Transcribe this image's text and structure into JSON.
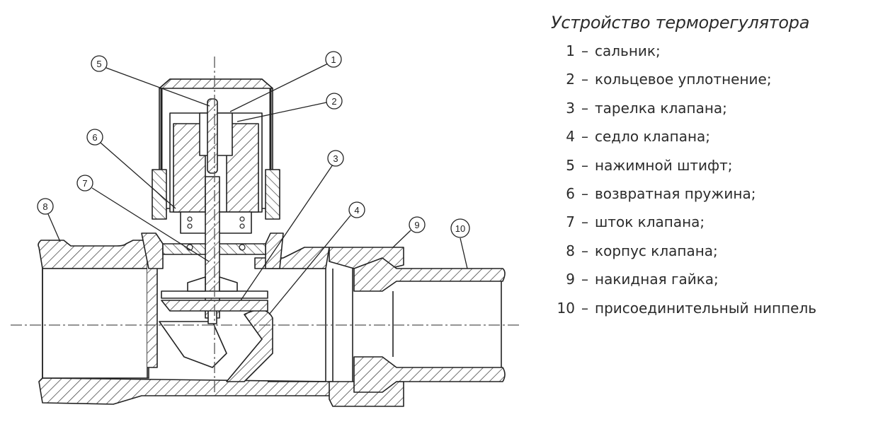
{
  "legend": {
    "title": "Устройство терморегулятора",
    "separator": "–",
    "items": [
      {
        "number": "1",
        "label": "сальник;"
      },
      {
        "number": "2",
        "label": "кольцевое уплотнение;"
      },
      {
        "number": "3",
        "label": "тарелка клапана;"
      },
      {
        "number": "4",
        "label": "седло клапана;"
      },
      {
        "number": "5",
        "label": "нажимной штифт;"
      },
      {
        "number": "6",
        "label": "возвратная пружина;"
      },
      {
        "number": "7",
        "label": "шток клапана;"
      },
      {
        "number": "8",
        "label": "корпус клапана;"
      },
      {
        "number": "9",
        "label": "накидная гайка;"
      },
      {
        "number": "10",
        "label": "присоединительный ниппель"
      }
    ]
  },
  "diagram": {
    "callouts": [
      "1",
      "2",
      "3",
      "4",
      "5",
      "6",
      "7",
      "8",
      "9",
      "10"
    ],
    "line_color": "#222222",
    "background": "#ffffff"
  }
}
